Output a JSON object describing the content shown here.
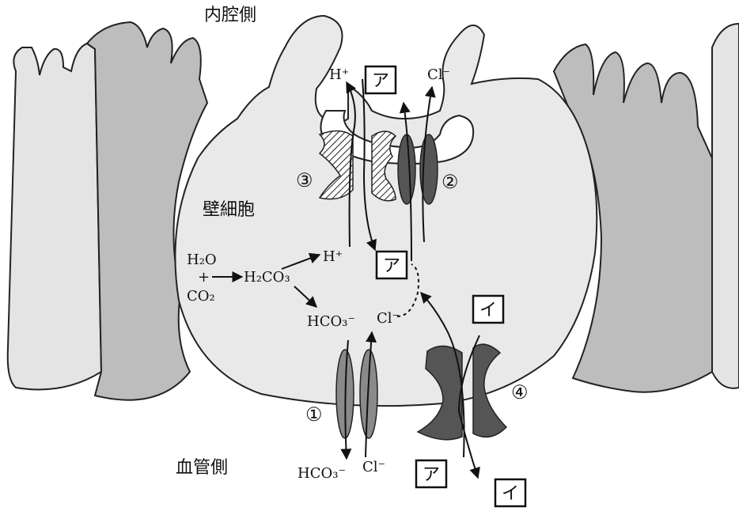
{
  "regions": {
    "lumen_side": "内腔側",
    "blood_side": "血管側",
    "parietal_cell": "壁細胞"
  },
  "transporters": {
    "t1": "①",
    "t2": "②",
    "t3": "③",
    "t4": "④"
  },
  "unknowns": {
    "a": "ア",
    "i": "イ"
  },
  "chemistry": {
    "h2o": "H₂O",
    "plus": "+",
    "co2": "CO₂",
    "h2co3": "H₂CO₃",
    "h_plus": "H⁺",
    "cl_minus": "Cl⁻",
    "hco3_minus": "HCO₃⁻"
  },
  "colors": {
    "cell_fill": "#e9e9e9",
    "neighbor_light": "#e4e4e4",
    "neighbor_dark": "#bdbdbd",
    "transporter_dark": "#555555",
    "transporter_mid": "#8a8a8a"
  }
}
